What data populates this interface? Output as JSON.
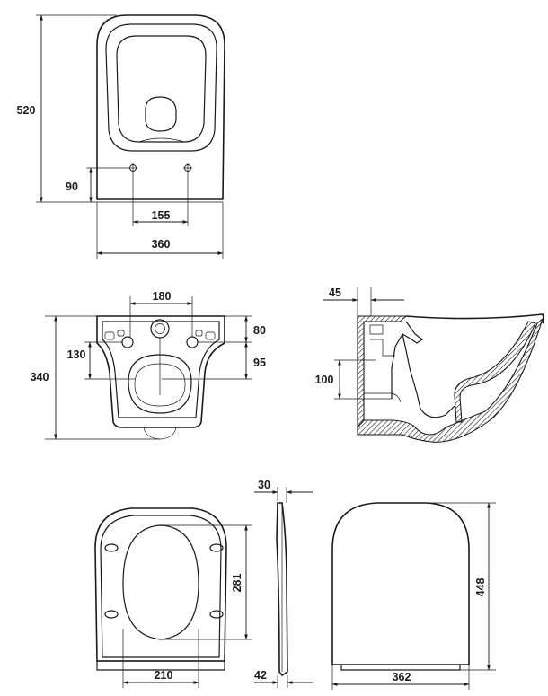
{
  "top_view": {
    "height": "520",
    "hole_offset": "90",
    "hole_spacing": "155",
    "width": "360"
  },
  "front_view": {
    "fix_spacing": "180",
    "top_offset": "80",
    "mid_offset": "95",
    "hole_height": "130",
    "height": "340"
  },
  "side_view": {
    "depth": "45",
    "outlet_height": "100"
  },
  "seat_front": {
    "length": "281",
    "width": "210"
  },
  "seat_side": {
    "thickness_top": "30",
    "thickness_bottom": "42"
  },
  "seat_lid": {
    "height": "448",
    "width": "362"
  },
  "colors": {
    "line": "#1a1a1a",
    "background": "#ffffff"
  }
}
